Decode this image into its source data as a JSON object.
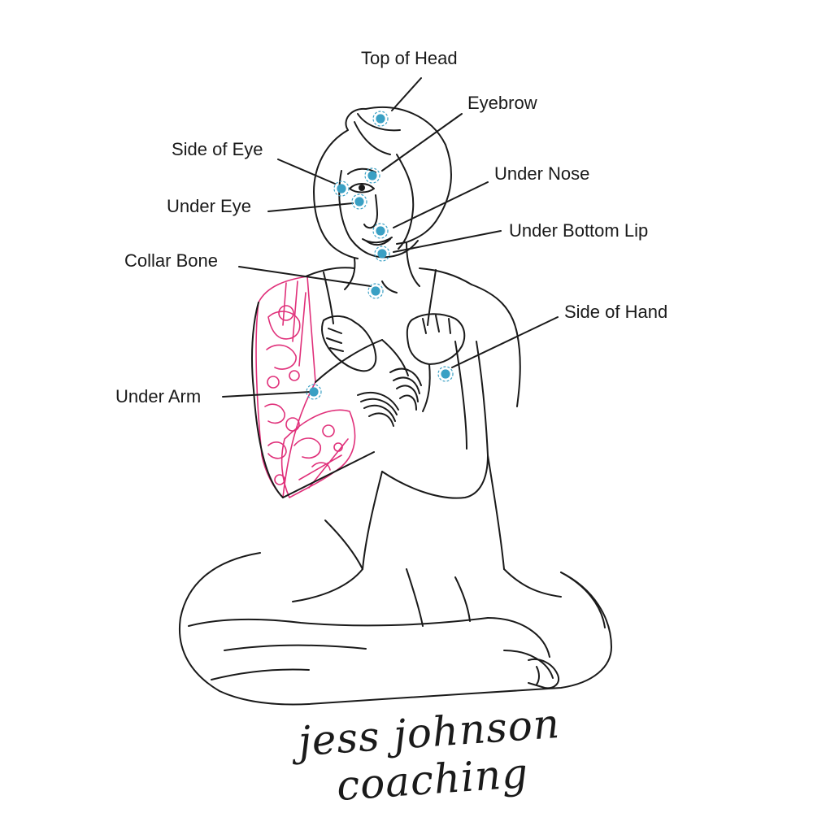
{
  "colors": {
    "line": "#1a1a1a",
    "tap_point": "#3aa0c4",
    "tattoo": "#e0307a",
    "background": "#ffffff"
  },
  "labels": {
    "top_of_head": "Top of Head",
    "eyebrow": "Eyebrow",
    "side_of_eye": "Side of Eye",
    "under_nose": "Under Nose",
    "under_eye": "Under Eye",
    "under_bottom_lip": "Under Bottom Lip",
    "collar_bone": "Collar Bone",
    "side_of_hand": "Side of Hand",
    "under_arm": "Under Arm"
  },
  "brand": "jess johnson coaching"
}
